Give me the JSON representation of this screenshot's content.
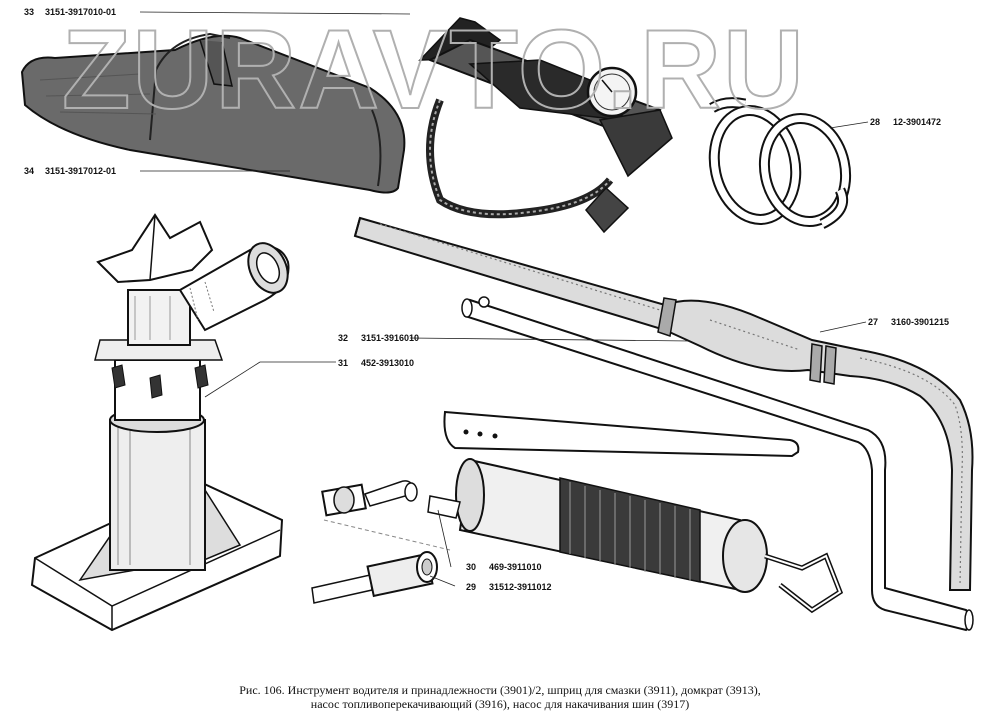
{
  "watermark": "ZURAVTO.RU",
  "callouts": [
    {
      "id": "c33",
      "pos": "33",
      "part": "3151-3917010-01"
    },
    {
      "id": "c34",
      "pos": "34",
      "part": "3151-3917012-01"
    },
    {
      "id": "c28",
      "pos": "28",
      "part": "12-3901472"
    },
    {
      "id": "c27",
      "pos": "27",
      "part": "3160-3901215"
    },
    {
      "id": "c32",
      "pos": "32",
      "part": "3151-3916010"
    },
    {
      "id": "c31",
      "pos": "31",
      "part": "452-3913010"
    },
    {
      "id": "c30",
      "pos": "30",
      "part": "469-3911010"
    },
    {
      "id": "c29",
      "pos": "29",
      "part": "31512-3911012"
    }
  ],
  "caption": {
    "line1": "Рис. 106. Инструмент водителя и принадлежности (3901)/2, шприц для смазки (3911), домкрат (3913),",
    "line2": "насос топливоперекачивающий (3916), насос для накачивания шин (3917)"
  }
}
